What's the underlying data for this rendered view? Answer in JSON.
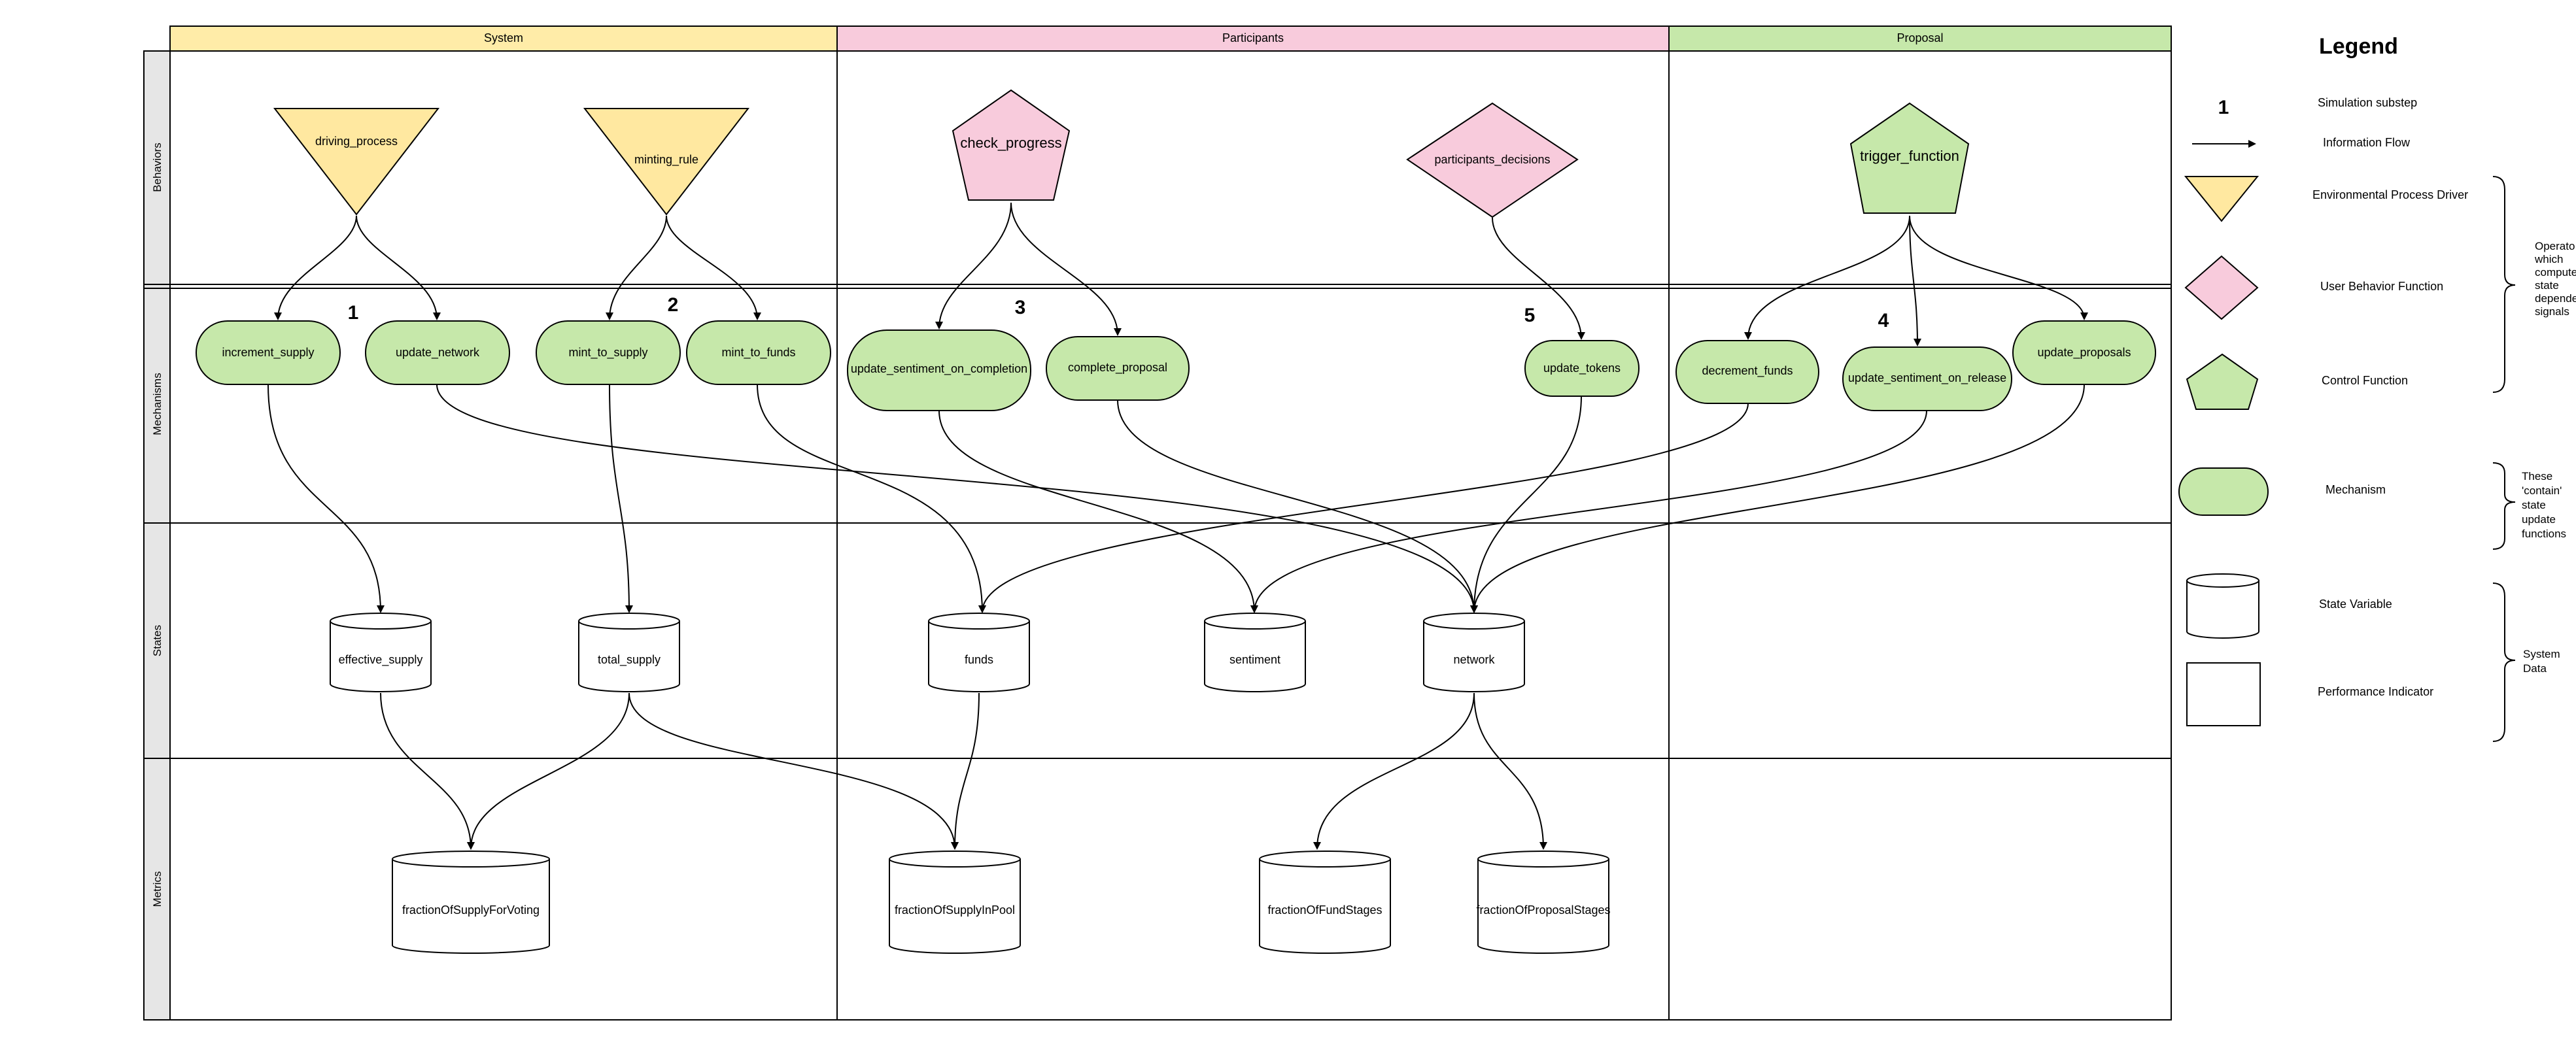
{
  "colors": {
    "system": "#ffeca8",
    "participants": "#f8cbdc",
    "proposal": "#c6e8aa",
    "mechanism": "#c6e8aa",
    "behavior_yellow": "#ffe8a0",
    "behavior_pink": "#f8cbdc",
    "behavior_green": "#c6e8aa",
    "row_header": "#e6e6e6",
    "line": "#000000"
  },
  "columns": [
    "System",
    "Participants",
    "Proposal"
  ],
  "rows": [
    "Behaviors",
    "Mechanisms",
    "States",
    "Metrics"
  ],
  "behaviors": [
    {
      "id": "driving_process",
      "label": "driving_process",
      "shape": "triangle",
      "color": "yellow"
    },
    {
      "id": "minting_rule",
      "label": "minting_rule",
      "shape": "triangle",
      "color": "yellow"
    },
    {
      "id": "check_progress",
      "label": "check_progress",
      "shape": "pentagon",
      "color": "pink"
    },
    {
      "id": "participants_decisions",
      "label": "participants_decisions",
      "shape": "diamond",
      "color": "pink"
    },
    {
      "id": "trigger_function",
      "label": "trigger_function",
      "shape": "pentagon",
      "color": "green"
    }
  ],
  "substeps": [
    "1",
    "2",
    "3",
    "5",
    "4"
  ],
  "mechanisms": [
    {
      "id": "increment_supply",
      "label": "increment_supply"
    },
    {
      "id": "update_network",
      "label": "update_network"
    },
    {
      "id": "mint_to_supply",
      "label": "mint_to_supply"
    },
    {
      "id": "mint_to_funds",
      "label": "mint_to_funds"
    },
    {
      "id": "update_sentiment_on_completion",
      "label": "update_sentiment_on_completion"
    },
    {
      "id": "complete_proposal",
      "label": "complete_proposal"
    },
    {
      "id": "update_tokens",
      "label": "update_tokens"
    },
    {
      "id": "decrement_funds",
      "label": "decrement_funds"
    },
    {
      "id": "update_sentiment_on_release",
      "label": "update_sentiment_on_release"
    },
    {
      "id": "update_proposals",
      "label": "update_proposals"
    }
  ],
  "states": [
    {
      "id": "effective_supply",
      "label": "effective_supply"
    },
    {
      "id": "total_supply",
      "label": "total_supply"
    },
    {
      "id": "funds",
      "label": "funds"
    },
    {
      "id": "sentiment",
      "label": "sentiment"
    },
    {
      "id": "network",
      "label": "network"
    }
  ],
  "metrics": [
    {
      "id": "fractionOfSupplyForVoting",
      "label": "fractionOfSupplyForVoting"
    },
    {
      "id": "fractionOfSupplyInPool",
      "label": "fractionOfSupplyInPool"
    },
    {
      "id": "fractionOfFundStages",
      "label": "fractionOfFundStages"
    },
    {
      "id": "fractionOfProposalStages",
      "label": "fractionOfProposalStages"
    }
  ],
  "edges": [
    [
      "driving_process",
      "increment_supply"
    ],
    [
      "driving_process",
      "update_network"
    ],
    [
      "minting_rule",
      "mint_to_supply"
    ],
    [
      "minting_rule",
      "mint_to_funds"
    ],
    [
      "check_progress",
      "update_sentiment_on_completion"
    ],
    [
      "check_progress",
      "complete_proposal"
    ],
    [
      "participants_decisions",
      "update_tokens"
    ],
    [
      "trigger_function",
      "decrement_funds"
    ],
    [
      "trigger_function",
      "update_sentiment_on_release"
    ],
    [
      "trigger_function",
      "update_proposals"
    ],
    [
      "increment_supply",
      "effective_supply"
    ],
    [
      "mint_to_supply",
      "total_supply"
    ],
    [
      "mint_to_funds",
      "funds"
    ],
    [
      "update_network",
      "network"
    ],
    [
      "update_sentiment_on_completion",
      "sentiment"
    ],
    [
      "complete_proposal",
      "network"
    ],
    [
      "update_tokens",
      "network"
    ],
    [
      "decrement_funds",
      "funds"
    ],
    [
      "update_sentiment_on_release",
      "sentiment"
    ],
    [
      "update_proposals",
      "network"
    ],
    [
      "effective_supply",
      "fractionOfSupplyForVoting"
    ],
    [
      "total_supply",
      "fractionOfSupplyForVoting"
    ],
    [
      "total_supply",
      "fractionOfSupplyInPool"
    ],
    [
      "funds",
      "fractionOfSupplyInPool"
    ],
    [
      "network",
      "fractionOfFundStages"
    ],
    [
      "network",
      "fractionOfProposalStages"
    ]
  ],
  "legend": {
    "title": "Legend",
    "substep_number": "1",
    "substep": "Simulation substep",
    "info_flow": "Information Flow",
    "env_driver": "Environmental Process Driver",
    "user_behavior": "User Behavior Function",
    "control": "Control Function",
    "mechanism": "Mechanism",
    "state_variable": "State Variable",
    "performance_indicator": "Performance Indicator",
    "operators_note": [
      "Operato",
      "which",
      "compute",
      "state",
      "depende",
      "signals"
    ],
    "mechanisms_note": [
      "These",
      "'contain'",
      "state",
      "update",
      "functions"
    ],
    "system_data_note": [
      "System",
      "Data"
    ]
  }
}
